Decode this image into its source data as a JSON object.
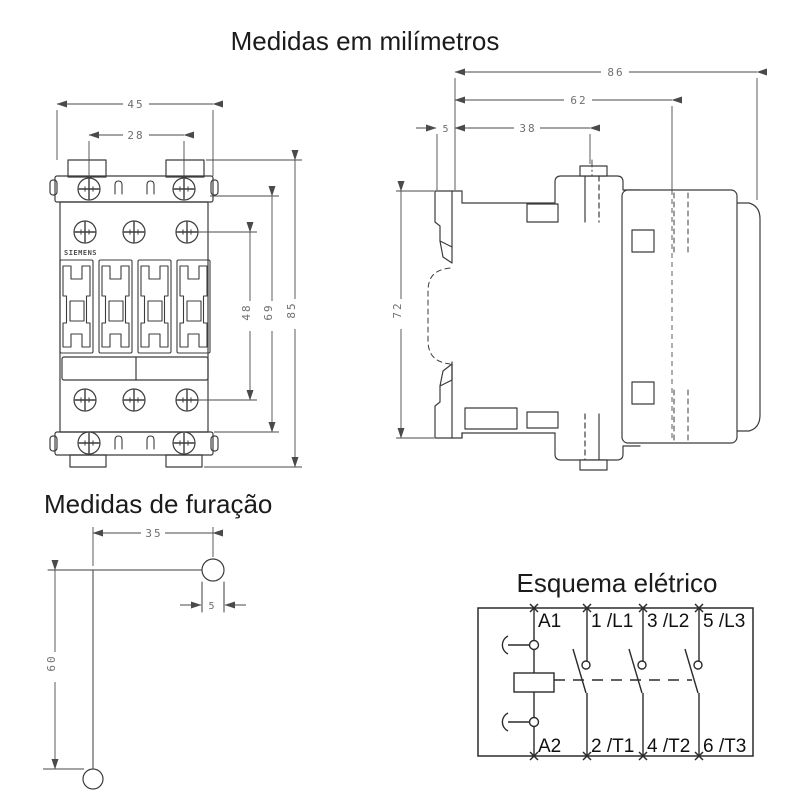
{
  "header": {
    "title": "Medidas em milímetros"
  },
  "front_view": {
    "brand_label": "SIEMENS",
    "dims": {
      "overall_width": "45",
      "mount_hole_width": "28",
      "screw_row_span": "48",
      "body_height": "69",
      "overall_height": "85"
    }
  },
  "side_view": {
    "dims": {
      "overall_depth": "86",
      "depth_to_rail": "62",
      "depth_to_bolt": "38",
      "rail_offset": "5",
      "overall_height": "72"
    }
  },
  "drill_view": {
    "title": "Medidas de furação",
    "dims": {
      "hole_spacing_horizontal": "35",
      "hole_spacing_vertical": "60",
      "hole_diameter": "5"
    }
  },
  "schematic": {
    "title": "Esquema elétrico",
    "terminals_top": [
      "A1",
      "1 /L1",
      "3 /L2",
      "5 /L3"
    ],
    "terminals_bottom": [
      "A2",
      "2 /T1",
      "4 /T2",
      "6 /T3"
    ]
  },
  "colors": {
    "line": "#3c3c3c",
    "dim_line": "#4a4a4a",
    "dim_text": "#6f6f6f",
    "title_text": "#1b1b1b",
    "schematic_line": "#2b2b2b",
    "background": "#ffffff"
  }
}
